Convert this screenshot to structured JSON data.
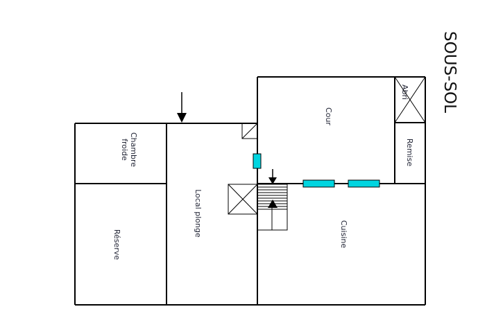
{
  "plan": {
    "title": "SOUS-SOL",
    "rooms": {
      "chambre_froide_line1": "Chambre",
      "chambre_froide_line2": "froide",
      "reserve": "Réserve",
      "local_plonge": "Local plonge",
      "cour": "Cour",
      "remise": "Remise",
      "abri": "Abri",
      "cuisine": "Cuisine"
    },
    "colors": {
      "walls": "#000000",
      "windows": "#00d5e0",
      "text": "#1f2233"
    },
    "icons": [
      "arrow-down-icon",
      "stairs-icon",
      "arrow-up-icon",
      "crossed-box-icon"
    ]
  }
}
